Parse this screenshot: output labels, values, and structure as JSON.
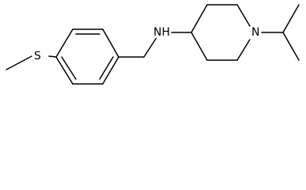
{
  "molecule": {
    "atoms": {
      "sulfur": "S",
      "amine": "NH",
      "ring_nitrogen": "N"
    }
  }
}
